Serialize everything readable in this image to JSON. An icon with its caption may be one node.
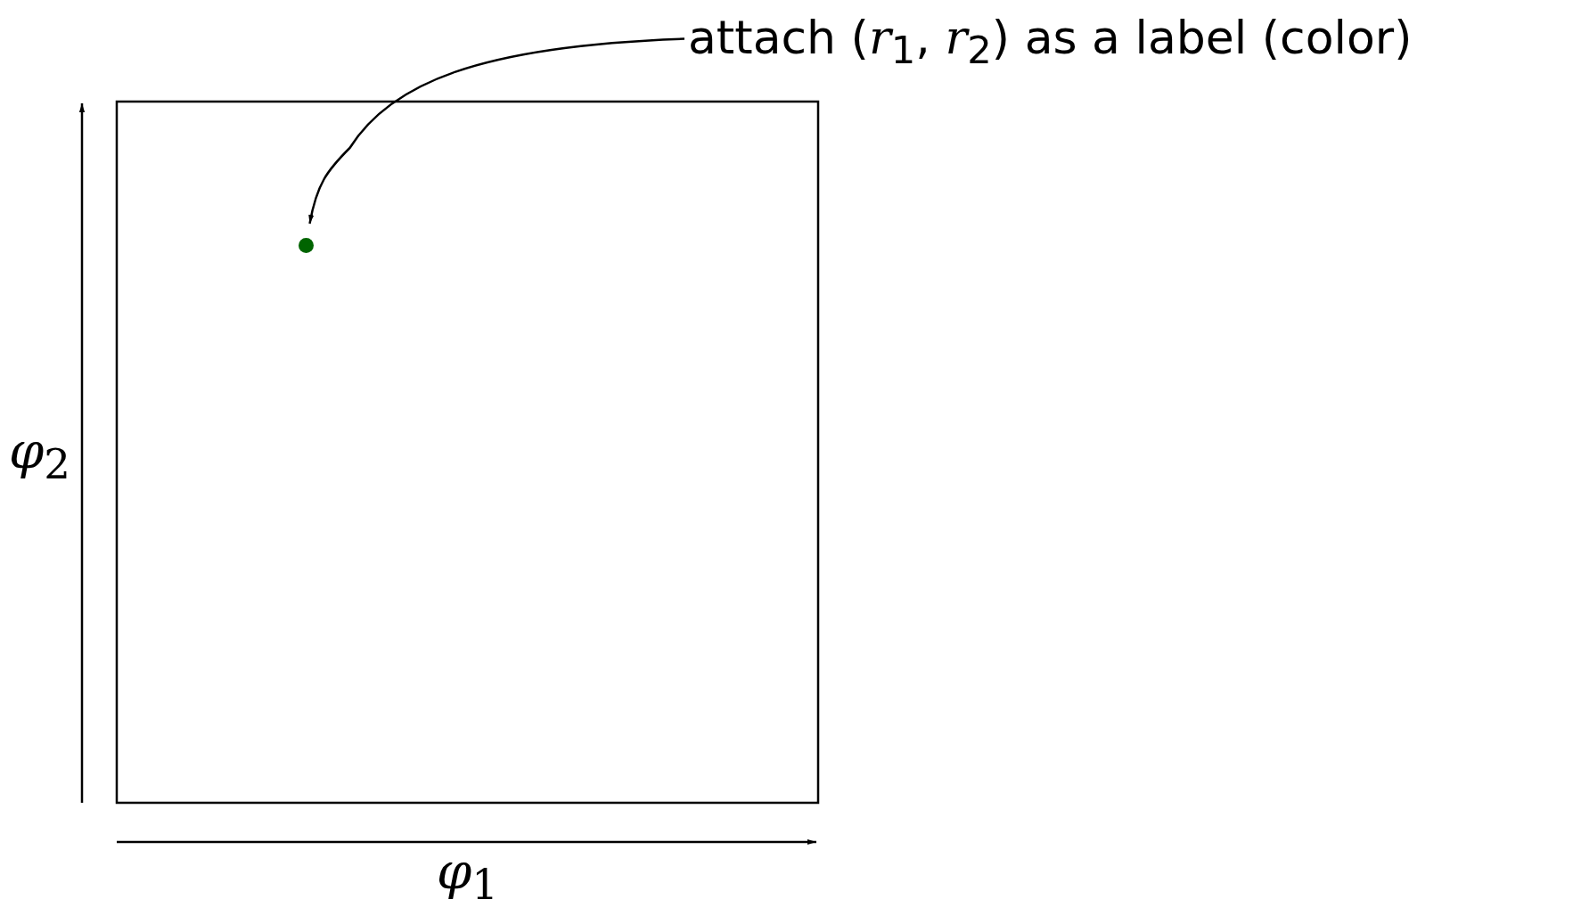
{
  "diagram": {
    "nodes": [
      {
        "text": [
          "attach (*r*$_{1}$, *r*$_{2}$) as a label (color)"
        ]
      },
      {
        "text": [],
        "shape": "circle"
      }
    ],
    "edges": [
      {
        "from": 0,
        "to": 1,
        "arrow": "to"
      }
    ],
    "labels": [
      "*φ*$_{2}$",
      "*φ*$_{1}$"
    ]
  }
}
